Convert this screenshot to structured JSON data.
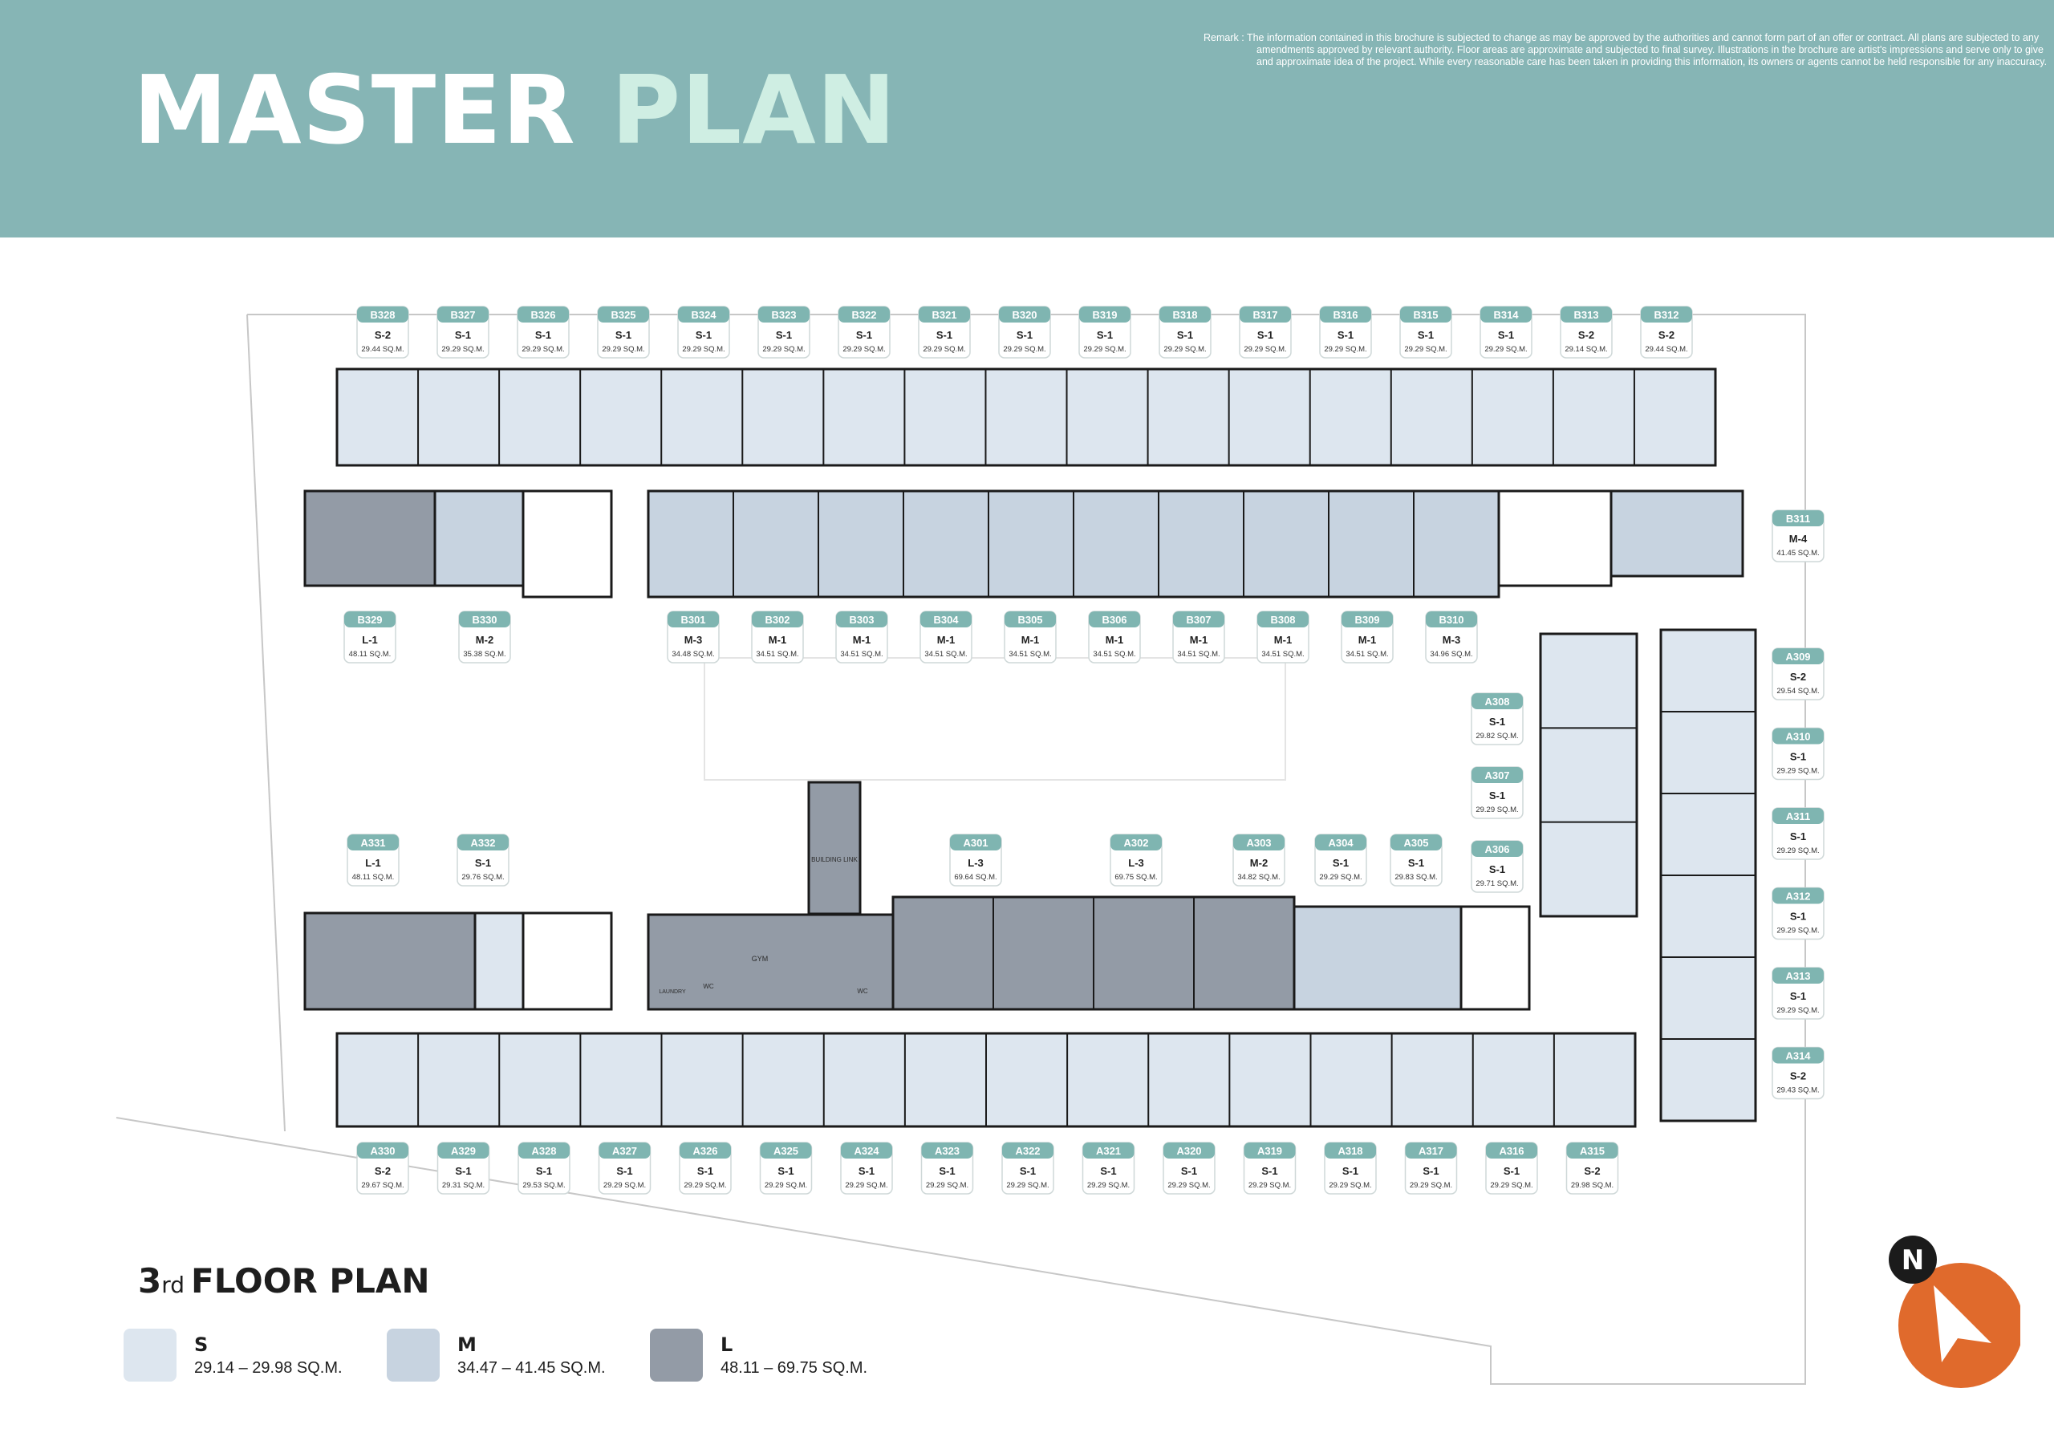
{
  "header": {
    "title_part1": "MASTER",
    "title_part2": "PLAN",
    "remark": "Remark : The information contained in this brochure is subjected to change as may be approved by the authorities and cannot form part of an offer or contract. All plans are subjected to any amendments approved by relevant authority. Floor areas are approximate and subjected to final survey. Illustrations in the brochure are artist's impressions and serve only to give and approximate idea of the project. While every reasonable care has been taken in providing this information, its owners or agents cannot be held responsible for any inaccuracy."
  },
  "colors": {
    "header_bg": "#86b5b5",
    "title_accent": "#cfeee3",
    "label_tab": "#7fb5b1",
    "size_s": "#dde6ef",
    "size_m": "#c7d3e0",
    "size_l": "#939ba6",
    "compass": "#e06a2c"
  },
  "floor_plan": {
    "title_number": "3",
    "title_suffix": "rd",
    "title_text": "FLOOR PLAN",
    "annotations": {
      "building_link": "BUILDING LINK",
      "gym": "GYM",
      "laundry": "LAUNDRY",
      "wc1": "WC",
      "wc2": "WC"
    },
    "units_b_top": [
      {
        "id": "B328",
        "type": "S-2",
        "area": "29.44 SQ.M."
      },
      {
        "id": "B327",
        "type": "S-1",
        "area": "29.29 SQ.M."
      },
      {
        "id": "B326",
        "type": "S-1",
        "area": "29.29 SQ.M."
      },
      {
        "id": "B325",
        "type": "S-1",
        "area": "29.29 SQ.M."
      },
      {
        "id": "B324",
        "type": "S-1",
        "area": "29.29 SQ.M."
      },
      {
        "id": "B323",
        "type": "S-1",
        "area": "29.29 SQ.M."
      },
      {
        "id": "B322",
        "type": "S-1",
        "area": "29.29 SQ.M."
      },
      {
        "id": "B321",
        "type": "S-1",
        "area": "29.29 SQ.M."
      },
      {
        "id": "B320",
        "type": "S-1",
        "area": "29.29 SQ.M."
      },
      {
        "id": "B319",
        "type": "S-1",
        "area": "29.29 SQ.M."
      },
      {
        "id": "B318",
        "type": "S-1",
        "area": "29.29 SQ.M."
      },
      {
        "id": "B317",
        "type": "S-1",
        "area": "29.29 SQ.M."
      },
      {
        "id": "B316",
        "type": "S-1",
        "area": "29.29 SQ.M."
      },
      {
        "id": "B315",
        "type": "S-1",
        "area": "29.29 SQ.M."
      },
      {
        "id": "B314",
        "type": "S-1",
        "area": "29.29 SQ.M."
      },
      {
        "id": "B313",
        "type": "S-2",
        "area": "29.14 SQ.M."
      },
      {
        "id": "B312",
        "type": "S-2",
        "area": "29.44 SQ.M."
      }
    ],
    "unit_b311": {
      "id": "B311",
      "type": "M-4",
      "area": "41.45 SQ.M."
    },
    "units_b_mid": [
      {
        "id": "B329",
        "type": "L-1",
        "area": "48.11 SQ.M."
      },
      {
        "id": "B330",
        "type": "M-2",
        "area": "35.38 SQ.M."
      },
      {
        "id": "B301",
        "type": "M-3",
        "area": "34.48 SQ.M."
      },
      {
        "id": "B302",
        "type": "M-1",
        "area": "34.51 SQ.M."
      },
      {
        "id": "B303",
        "type": "M-1",
        "area": "34.51 SQ.M."
      },
      {
        "id": "B304",
        "type": "M-1",
        "area": "34.51 SQ.M."
      },
      {
        "id": "B305",
        "type": "M-1",
        "area": "34.51 SQ.M."
      },
      {
        "id": "B306",
        "type": "M-1",
        "area": "34.51 SQ.M."
      },
      {
        "id": "B307",
        "type": "M-1",
        "area": "34.51 SQ.M."
      },
      {
        "id": "B308",
        "type": "M-1",
        "area": "34.51 SQ.M."
      },
      {
        "id": "B309",
        "type": "M-1",
        "area": "34.51 SQ.M."
      },
      {
        "id": "B310",
        "type": "M-3",
        "area": "34.96 SQ.M."
      }
    ],
    "units_a_right": [
      {
        "id": "A309",
        "type": "S-2",
        "area": "29.54 SQ.M."
      },
      {
        "id": "A310",
        "type": "S-1",
        "area": "29.29 SQ.M."
      },
      {
        "id": "A311",
        "type": "S-1",
        "area": "29.29 SQ.M."
      },
      {
        "id": "A312",
        "type": "S-1",
        "area": "29.29 SQ.M."
      },
      {
        "id": "A313",
        "type": "S-1",
        "area": "29.29 SQ.M."
      },
      {
        "id": "A314",
        "type": "S-2",
        "area": "29.43 SQ.M."
      }
    ],
    "units_a_inner": [
      {
        "id": "A308",
        "type": "S-1",
        "area": "29.82 SQ.M."
      },
      {
        "id": "A307",
        "type": "S-1",
        "area": "29.29 SQ.M."
      },
      {
        "id": "A306",
        "type": "S-1",
        "area": "29.71 SQ.M."
      }
    ],
    "units_a_mid": [
      {
        "id": "A331",
        "type": "L-1",
        "area": "48.11 SQ.M."
      },
      {
        "id": "A332",
        "type": "S-1",
        "area": "29.76 SQ.M."
      },
      {
        "id": "A301",
        "type": "L-3",
        "area": "69.64 SQ.M."
      },
      {
        "id": "A302",
        "type": "L-3",
        "area": "69.75 SQ.M."
      },
      {
        "id": "A303",
        "type": "M-2",
        "area": "34.82 SQ.M."
      },
      {
        "id": "A304",
        "type": "S-1",
        "area": "29.29 SQ.M."
      },
      {
        "id": "A305",
        "type": "S-1",
        "area": "29.83 SQ.M."
      }
    ],
    "units_a_bottom": [
      {
        "id": "A330",
        "type": "S-2",
        "area": "29.67 SQ.M."
      },
      {
        "id": "A329",
        "type": "S-1",
        "area": "29.31 SQ.M."
      },
      {
        "id": "A328",
        "type": "S-1",
        "area": "29.53 SQ.M."
      },
      {
        "id": "A327",
        "type": "S-1",
        "area": "29.29 SQ.M."
      },
      {
        "id": "A326",
        "type": "S-1",
        "area": "29.29 SQ.M."
      },
      {
        "id": "A325",
        "type": "S-1",
        "area": "29.29 SQ.M."
      },
      {
        "id": "A324",
        "type": "S-1",
        "area": "29.29 SQ.M."
      },
      {
        "id": "A323",
        "type": "S-1",
        "area": "29.29 SQ.M."
      },
      {
        "id": "A322",
        "type": "S-1",
        "area": "29.29 SQ.M."
      },
      {
        "id": "A321",
        "type": "S-1",
        "area": "29.29 SQ.M."
      },
      {
        "id": "A320",
        "type": "S-1",
        "area": "29.29 SQ.M."
      },
      {
        "id": "A319",
        "type": "S-1",
        "area": "29.29 SQ.M."
      },
      {
        "id": "A318",
        "type": "S-1",
        "area": "29.29 SQ.M."
      },
      {
        "id": "A317",
        "type": "S-1",
        "area": "29.29 SQ.M."
      },
      {
        "id": "A316",
        "type": "S-1",
        "area": "29.29 SQ.M."
      },
      {
        "id": "A315",
        "type": "S-2",
        "area": "29.98 SQ.M."
      }
    ]
  },
  "legend": [
    {
      "label": "S",
      "range": "29.14 – 29.98 SQ.M.",
      "color": "#dde6ef"
    },
    {
      "label": "M",
      "range": "34.47 – 41.45 SQ.M.",
      "color": "#c7d3e0"
    },
    {
      "label": "L",
      "range": "48.11 – 69.75 SQ.M.",
      "color": "#939ba6"
    }
  ],
  "compass": {
    "label": "N",
    "icon": "north-arrow-icon"
  }
}
